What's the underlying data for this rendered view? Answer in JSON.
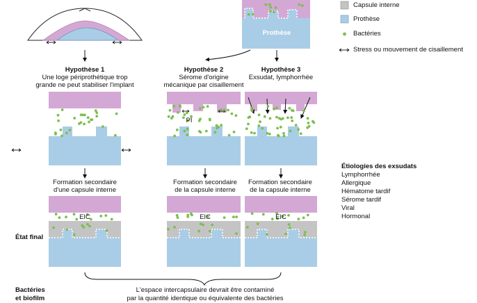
{
  "labels": {
    "prothese_top": "Prothèse",
    "pi": "PI",
    "eic": "EIC",
    "etat_final": "État final",
    "bacteries_biofilm_1": "Bactéries",
    "bacteries_biofilm_2": "et biofilm"
  },
  "hypotheses": [
    {
      "title": "Hypothèse 1",
      "line1": "Une loge périprothétique trop",
      "line2": "grande ne peut stabiliser l'implant"
    },
    {
      "title": "Hypothèse 2",
      "line1": "Sérome d'origine",
      "line2": "mécanique par cisaillement"
    },
    {
      "title": "Hypothèse 3",
      "line1": "Exsudat, lymphorrhée",
      "line2": ""
    }
  ],
  "formation": [
    {
      "line1": "Formation secondaire",
      "line2": "d'une capsule interne"
    },
    {
      "line1": "Formation secondaire",
      "line2": "de la capsule interne"
    },
    {
      "line1": "Formation secondaire",
      "line2": "de la capsule interne"
    }
  ],
  "legend": {
    "items": [
      {
        "icon": "gray-square",
        "label": "Capsule interne"
      },
      {
        "icon": "blue-square",
        "label": "Prothèse"
      },
      {
        "icon": "green-dot",
        "label": "Bactéries"
      },
      {
        "icon": "double-arrow",
        "label": "Stress ou mouvement de cisaillement"
      }
    ]
  },
  "etiologies": {
    "title": "Étiologies des exsudats",
    "items": [
      "Lymphorrhée",
      "Allergique",
      "Hématome tardif",
      "Sérome tardif",
      "Viral",
      "Hormonal"
    ]
  },
  "bottom_note": {
    "line1": "L'espace intercapsulaire devrait être contaminé",
    "line2": "par la quantité identique ou équivalente des bactéries"
  },
  "colors": {
    "capsule_externe": "#d4a8d4",
    "capsule_interne": "#c4c4c4",
    "prothese": "#a9cde6",
    "bacteries": "#7bbf4e"
  }
}
